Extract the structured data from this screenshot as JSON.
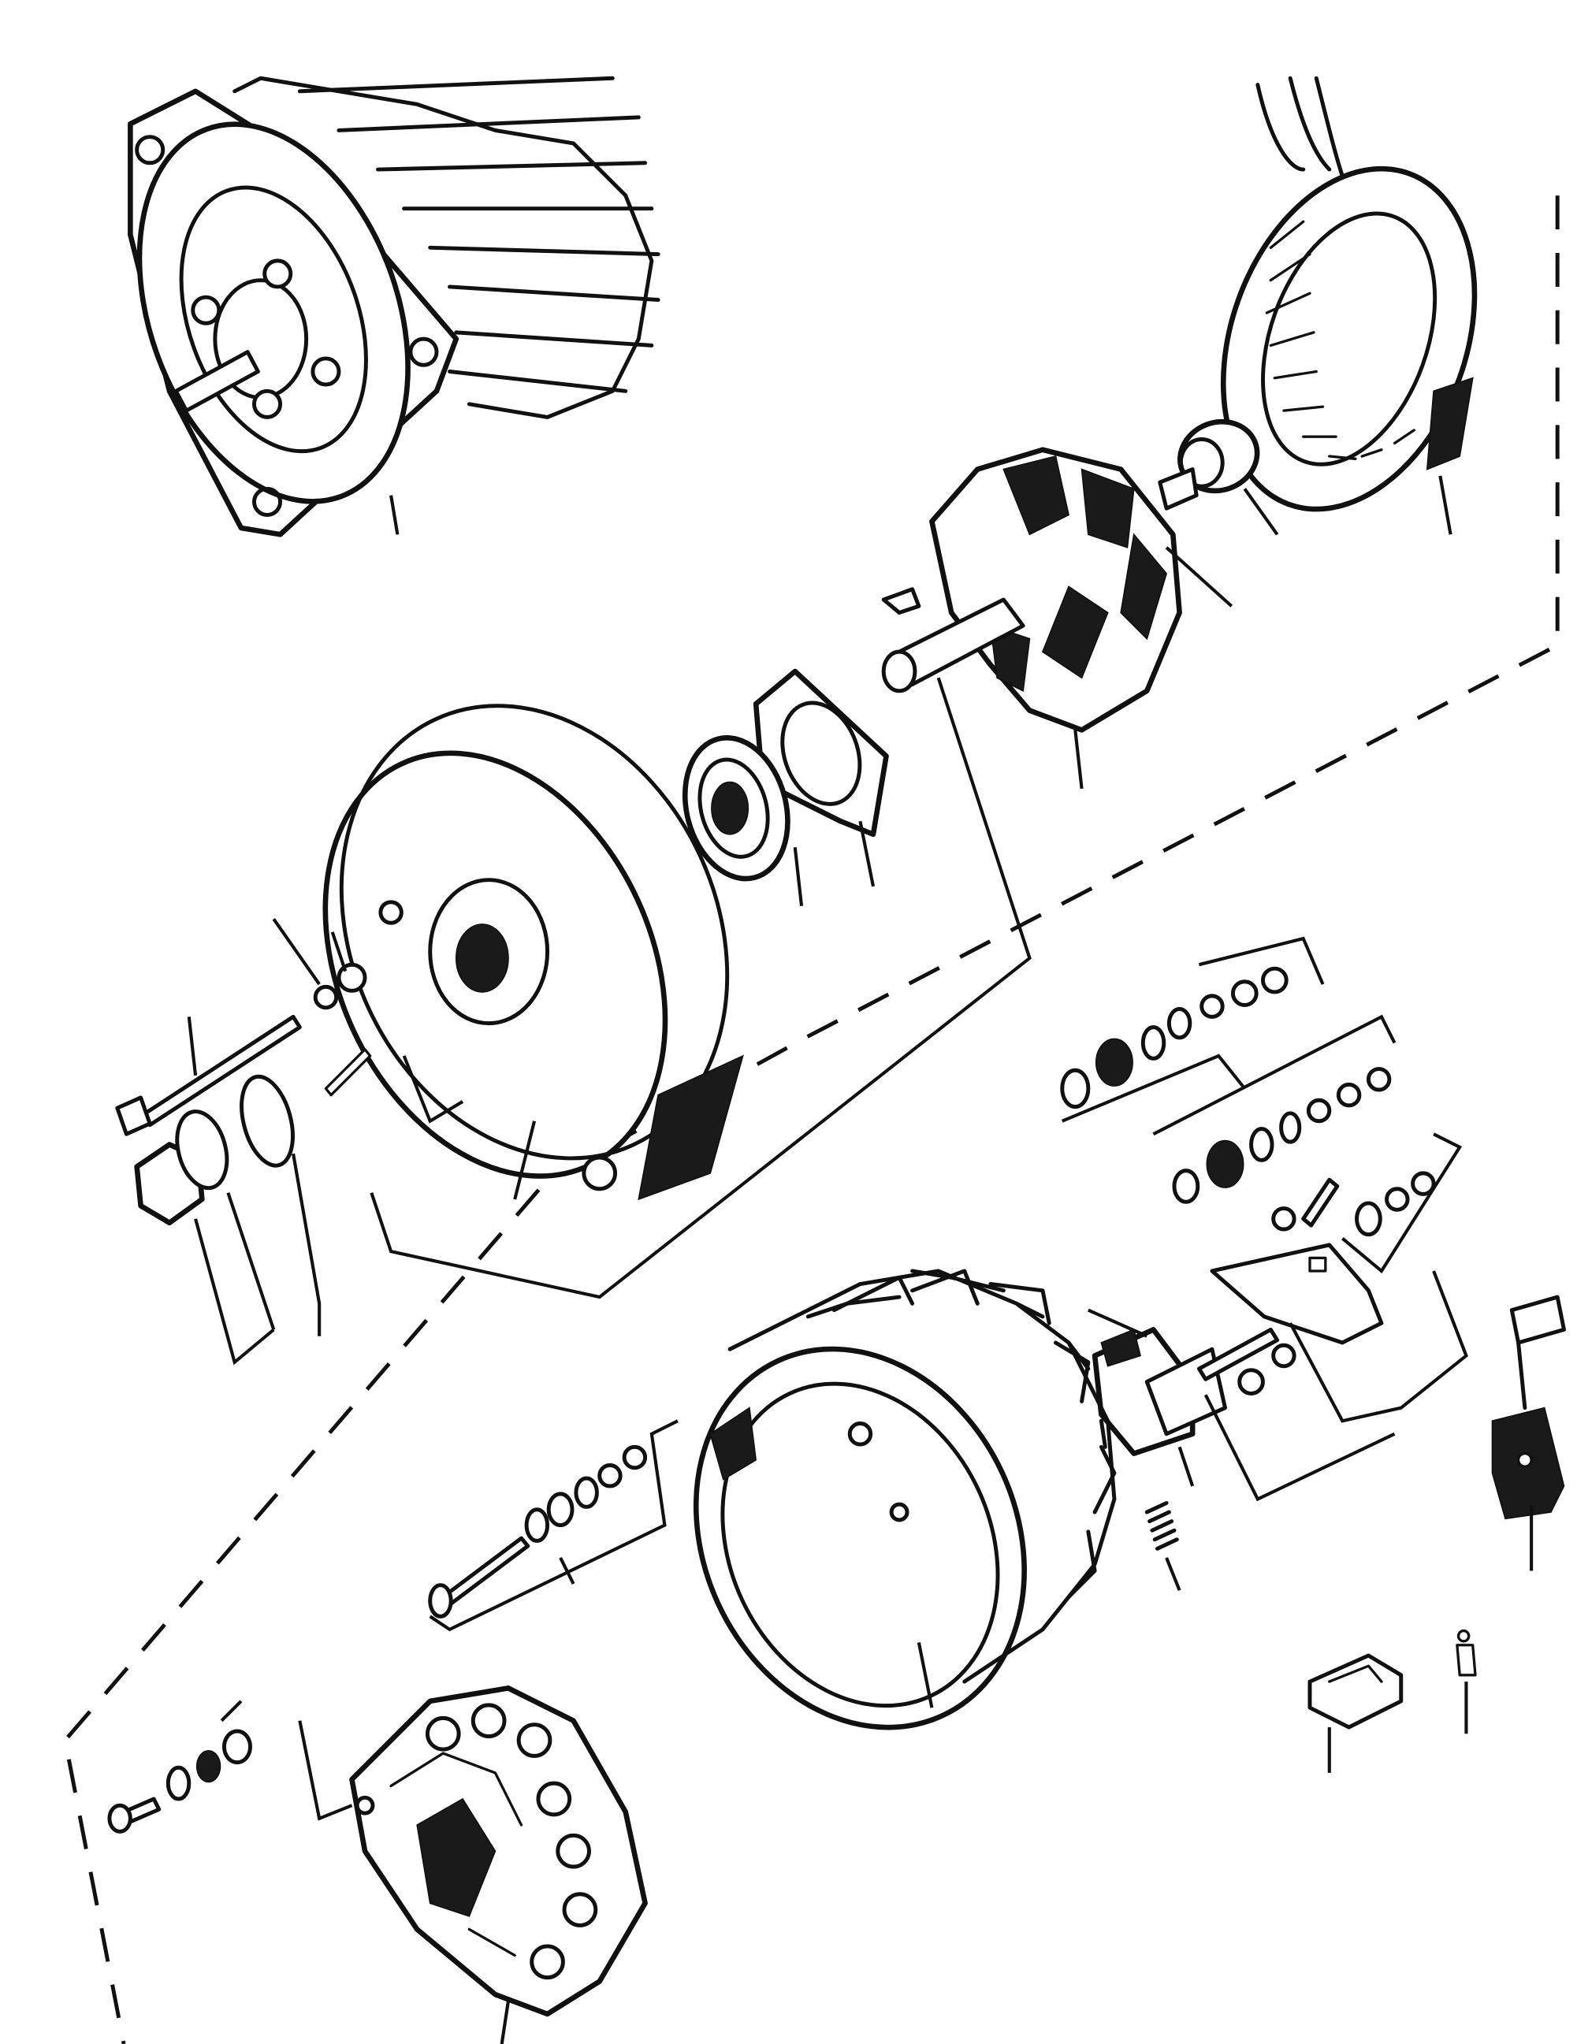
{
  "diagram": {
    "type": "exploded-view",
    "subject": "alternator-assembly",
    "components": [
      {
        "id": "drive-end-housing-assembled",
        "icon": "assembled-alternator-icon"
      },
      {
        "id": "stator",
        "icon": "stator-winding-icon"
      },
      {
        "id": "needle-bearing",
        "icon": "bearing-icon"
      },
      {
        "id": "claw-pole-rotor",
        "icon": "rotor-icon"
      },
      {
        "id": "woodruff-key",
        "icon": "key-icon"
      },
      {
        "id": "retainer-plate",
        "icon": "plate-icon"
      },
      {
        "id": "ball-bearing",
        "icon": "bearing-icon"
      },
      {
        "id": "drive-end-shield",
        "icon": "end-shield-icon"
      },
      {
        "id": "through-bolt",
        "icon": "bolt-icon"
      },
      {
        "id": "pulley-nut-washer-set",
        "icon": "nut-icon"
      },
      {
        "id": "terminal-hardware-set-a",
        "icon": "hardware-stack-icon"
      },
      {
        "id": "terminal-hardware-set-b",
        "icon": "hardware-stack-icon"
      },
      {
        "id": "terminal-hardware-set-c",
        "icon": "hardware-stack-icon"
      },
      {
        "id": "cover-plate",
        "icon": "plate-icon"
      },
      {
        "id": "brush-holder-regulator",
        "icon": "regulator-icon"
      },
      {
        "id": "brush-spring",
        "icon": "spring-icon"
      },
      {
        "id": "slip-ring-end-housing",
        "icon": "housing-icon"
      },
      {
        "id": "housing-screw-set",
        "icon": "screw-icon"
      },
      {
        "id": "suppression-capacitor",
        "icon": "capacitor-icon"
      },
      {
        "id": "plug-connector",
        "icon": "connector-icon"
      },
      {
        "id": "terminal-pin",
        "icon": "pin-icon"
      },
      {
        "id": "rectifier-plate",
        "icon": "rectifier-icon"
      },
      {
        "id": "rectifier-hardware-set",
        "icon": "hardware-stack-icon"
      }
    ]
  }
}
